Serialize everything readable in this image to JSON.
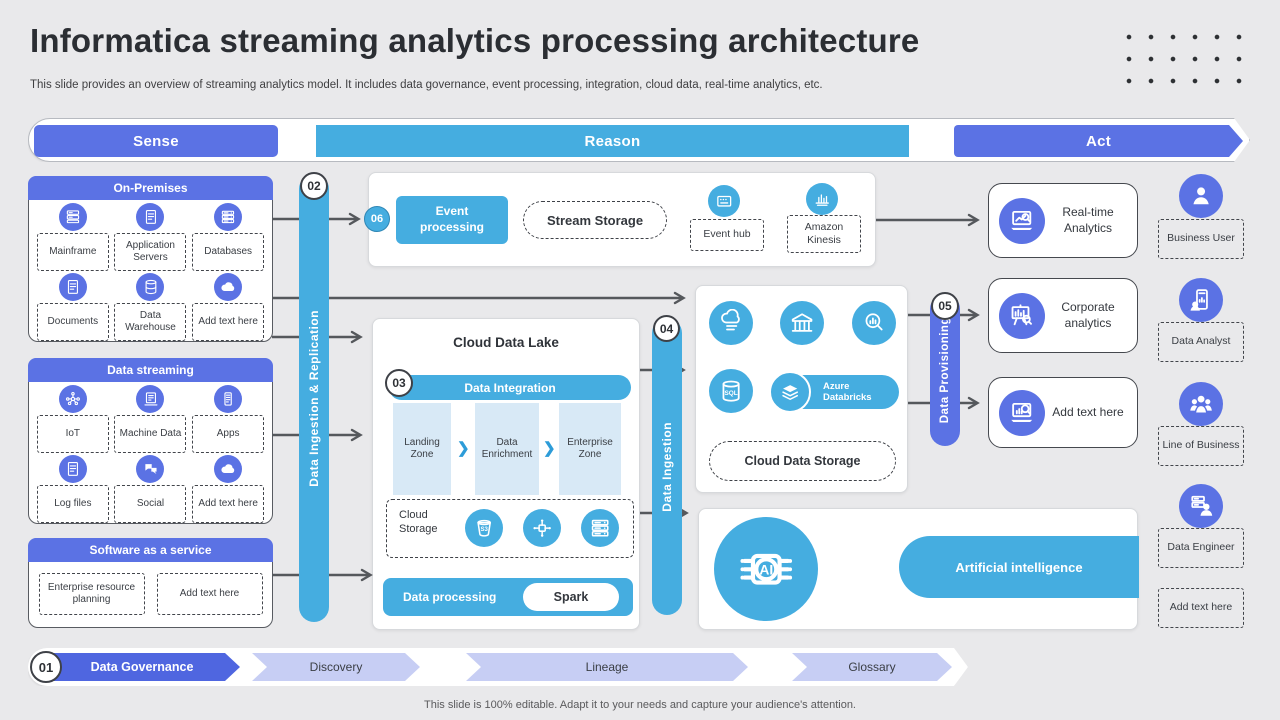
{
  "slide": {
    "title": "Informatica streaming analytics processing architecture",
    "subtitle": "This slide provides an overview of streaming analytics model. It includes data governance, event processing, integration, cloud data, real-time analytics, etc.",
    "footer": "This slide is 100% editable. Adapt it to your needs and capture your audience's attention."
  },
  "colors": {
    "primary": "#5B72E4",
    "cyan": "#45ADE0",
    "lavender": "#C7CEF4",
    "connector": "#55585C"
  },
  "top_banner": {
    "stages": [
      {
        "label": "Sense"
      },
      {
        "label": "Reason"
      },
      {
        "label": "Act"
      }
    ]
  },
  "sources": {
    "on_premises": {
      "title": "On-Premises",
      "items": [
        {
          "label": "Mainframe",
          "icon": "server-icon"
        },
        {
          "label": "Application Servers",
          "icon": "document-icon"
        },
        {
          "label": "Databases",
          "icon": "rack-icon"
        },
        {
          "label": "Documents",
          "icon": "document-icon"
        },
        {
          "label": "Data Warehouse",
          "icon": "database-icon"
        },
        {
          "label": "Add text here",
          "icon": "cloud-icon"
        }
      ]
    },
    "data_streaming": {
      "title": "Data streaming",
      "items": [
        {
          "label": "IoT",
          "icon": "iot-icon"
        },
        {
          "label": "Machine Data",
          "icon": "machine-icon"
        },
        {
          "label": "Apps",
          "icon": "apps-icon"
        },
        {
          "label": "Log files",
          "icon": "document-icon"
        },
        {
          "label": "Social",
          "icon": "chat-icon"
        },
        {
          "label": "Add text here",
          "icon": "cloud-icon"
        }
      ]
    },
    "saas": {
      "title": "Software as a service",
      "items": [
        {
          "label": "Enterprise resource planning"
        },
        {
          "label": "Add text here"
        }
      ]
    }
  },
  "pipelines": {
    "ingestion_replication": {
      "number": "02",
      "label": "Data Ingestion & Replication"
    },
    "data_ingestion": {
      "number": "04",
      "label": "Data Ingestion"
    },
    "data_provisioning": {
      "number": "05",
      "label": "Data Provisioning"
    }
  },
  "event_processing": {
    "number": "06",
    "title": "Event processing",
    "stream_storage": "Stream Storage",
    "items": [
      {
        "label": "Event hub",
        "icon": "event-hub-icon"
      },
      {
        "label": "Amazon Kinesis",
        "icon": "kinesis-icon"
      }
    ]
  },
  "cloud_data_lake": {
    "title": "Cloud Data Lake",
    "number": "03",
    "integration_label": "Data Integration",
    "zones": [
      {
        "label": "Landing Zone"
      },
      {
        "label": "Data Enrichment"
      },
      {
        "label": "Enterprise Zone"
      }
    ],
    "cloud_storage_label": "Cloud Storage",
    "storage_icons": [
      "s3-icon",
      "hub-icon",
      "rack-icon"
    ],
    "processing_label": "Data processing",
    "engine": "Spark"
  },
  "cloud_storage_panel": {
    "icons": [
      "cloud-data-icon",
      "warehouse-icon",
      "search-chart-icon",
      "sql-icon"
    ],
    "azure_label": "Azure Databricks",
    "storage_label": "Cloud Data Storage"
  },
  "analytics": [
    {
      "label": "Real-time Analytics",
      "icon": "laptop-chart-icon"
    },
    {
      "label": "Corporate analytics",
      "icon": "board-chart-icon"
    },
    {
      "label": "Add text here",
      "icon": "laptop-search-icon"
    }
  ],
  "users": [
    {
      "label": "Business User",
      "icon": "person-icon"
    },
    {
      "label": "Data Analyst",
      "icon": "phone-chart-icon"
    },
    {
      "label": "Line of Business",
      "icon": "people-icon"
    },
    {
      "label": "Data Engineer",
      "icon": "server-person-icon"
    },
    {
      "label": "Add text here",
      "icon": null
    }
  ],
  "ai": {
    "label": "Artificial intelligence",
    "icon": "ai-chip-icon"
  },
  "governance": {
    "number": "01",
    "stages": [
      {
        "label": "Data Governance",
        "primary": true
      },
      {
        "label": "Discovery"
      },
      {
        "label": "Lineage"
      },
      {
        "label": "Glossary"
      }
    ]
  },
  "icon_glyph_text": {
    "s3": "S3",
    "sql": "SQL",
    "ai": "AI"
  }
}
